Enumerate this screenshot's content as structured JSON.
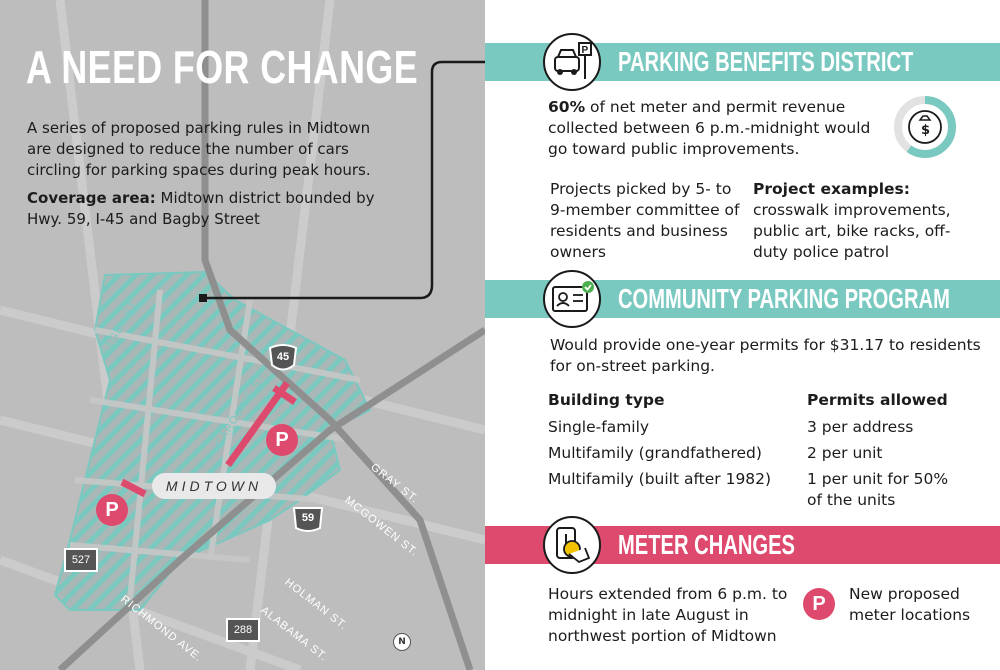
{
  "header": {
    "title": "A NEED FOR CHANGE",
    "intro": "A series of proposed parking rules in Midtown are designed to reduce the number of cars circling for parking spaces during peak hours.",
    "coverage_label": "Coverage area:",
    "coverage_text": " Midtown district bounded by Hwy. 59, I-45 and Bagby Street"
  },
  "map": {
    "district_label": "MIDTOWN",
    "streets": {
      "bagby": "BAGBY ST.",
      "caroline": "CAROLINE ST.",
      "gray": "GRAY ST.",
      "mcgowen": "MCGOWEN ST.",
      "holman": "HOLMAN ST.",
      "alabama": "ALABAMA ST.",
      "richmond": "RICHMOND AVE."
    },
    "highways": {
      "i45": "45",
      "us59": "59",
      "r527": "527",
      "r288": "288"
    },
    "meter_marker": "P",
    "north": "N"
  },
  "pbd": {
    "title": "PARKING BENEFITS DISTRICT",
    "pct": "60%",
    "lead_text": " of net meter and permit revenue collected between 6 p.m.-midnight would go toward public improvements.",
    "projects_text": "Projects picked by 5- to 9-member committee of residents and business owners",
    "examples_label": "Project examples:",
    "examples_text": "crosswalk improvements, public art, bike racks, off-duty police patrol",
    "donut_fraction": 0.6
  },
  "cpp": {
    "title": "COMMUNITY PARKING PROGRAM",
    "lead_text": "Would provide one-year permits for $31.17 to residents for on-street parking.",
    "col_building": "Building type",
    "col_permits": "Permits allowed",
    "rows": [
      {
        "building": "Single-family",
        "permits": "3 per address"
      },
      {
        "building": "Multifamily (grandfathered)",
        "permits": "2 per unit"
      },
      {
        "building": "Multifamily (built after 1982)",
        "permits": "1 per unit for 50% of the units"
      }
    ]
  },
  "meter": {
    "title": "METER CHANGES",
    "hours_text": "Hours extended from 6 p.m. to midnight in late August in northwest portion of Midtown",
    "legend_marker": "P",
    "legend_text": "New proposed meter locations"
  },
  "colors": {
    "teal": "#79c9c1",
    "pink": "#dd4a6d",
    "map_gray": "#bdbdbd"
  }
}
